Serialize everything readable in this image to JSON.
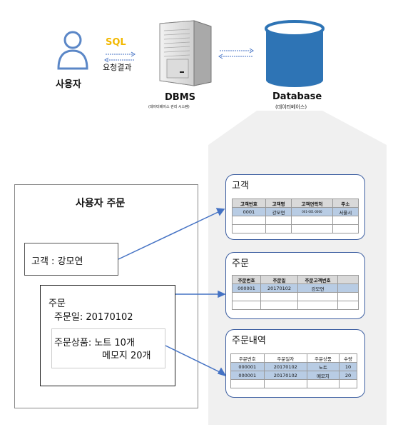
{
  "top": {
    "user_label": "사용자",
    "sql_label": "SQL",
    "request_label": "요청결과",
    "dbms_label": "DBMS",
    "dbms_sub": "(데이터베이스 관리 시스템)",
    "database_label": "Database",
    "database_sub": "(데이터베이스)"
  },
  "order": {
    "title": "사용자 주문",
    "customer_text": "고객 : 강모연",
    "order_title": "주문",
    "order_date": "주문일: 20170102",
    "items_line1": "주문상품: 노트 10개",
    "items_line2": "메모지 20개"
  },
  "tables": {
    "customer": {
      "title": "고객",
      "headers": [
        "고객번호",
        "고객명",
        "고객연락처",
        "주소"
      ],
      "rows": [
        [
          "0001",
          "강모연",
          "001-001-0000",
          "서울시"
        ],
        [
          "",
          "",
          "",
          ""
        ],
        [
          "",
          "",
          "",
          ""
        ]
      ]
    },
    "orders": {
      "title": "주문",
      "headers": [
        "주문번호",
        "주문일",
        "주문고객번호",
        ""
      ],
      "rows": [
        [
          "000001",
          "20170102",
          "강모연",
          ""
        ],
        [
          "",
          "",
          "",
          ""
        ],
        [
          "",
          "",
          "",
          ""
        ]
      ]
    },
    "order_details": {
      "title": "주문내역",
      "headers": [
        "주문번호",
        "주문일자",
        "주문상품",
        "수량"
      ],
      "rows": [
        [
          "000001",
          "20170102",
          "노트",
          "10"
        ],
        [
          "000001",
          "20170102",
          "메모지",
          "20"
        ],
        [
          "",
          "",
          "",
          ""
        ]
      ]
    }
  },
  "colors": {
    "user_icon": "#5b87c7",
    "sql_text": "#f2b800",
    "database_icon": "#2e74b5",
    "arrow": "#4472c4",
    "card_border": "#3b5da0",
    "selected_row": "#b8cce4"
  },
  "icons": [
    "user-icon",
    "server-icon",
    "database-icon"
  ]
}
